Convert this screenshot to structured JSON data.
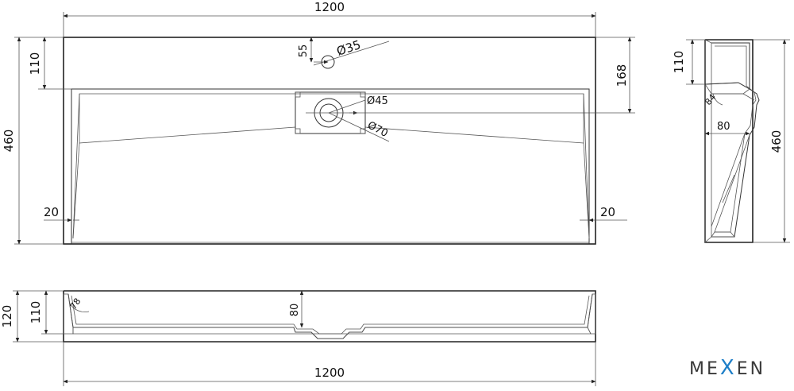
{
  "dimensions": {
    "top_width": "1200",
    "bottom_width": "1200",
    "height_total": "460",
    "height_top": "110",
    "faucet_offset": "55",
    "faucet_diameter": "Ø35",
    "drain_depth": "168",
    "drain_inner": "Ø45",
    "drain_outer": "Ø70",
    "wall_left": "20",
    "wall_right": "20",
    "side_top": "110",
    "side_angle": "84",
    "side_depth": "80",
    "side_height": "460",
    "front_height": "120",
    "front_inner": "110",
    "front_angle": "78",
    "front_depth": "80"
  },
  "logo": {
    "before": "ME",
    "mark": "X",
    "after": "EN"
  },
  "colors": {
    "line": "#333333",
    "logo_text": "#3a3a3a",
    "logo_accent": "#1e7fc8"
  }
}
